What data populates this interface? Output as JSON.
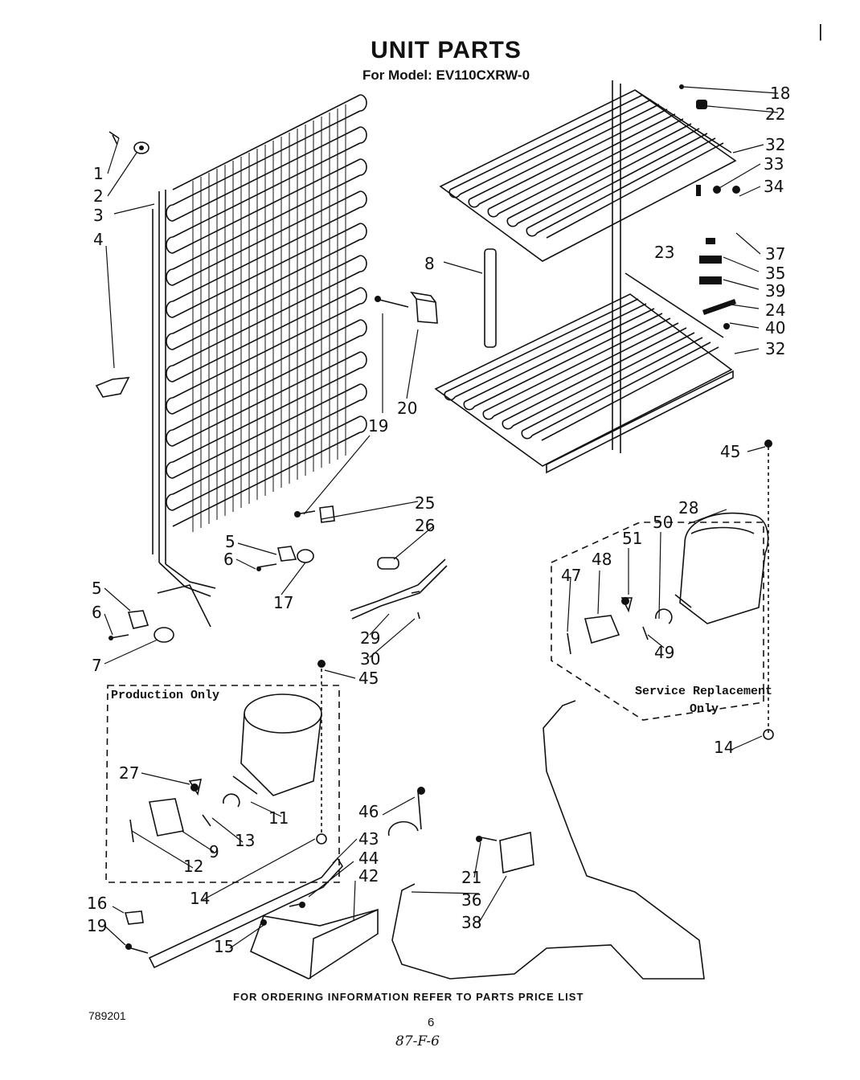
{
  "header": {
    "title": "UNIT PARTS",
    "subtitle": "For Model: EV110CXRW-0"
  },
  "boxes": {
    "production": "Production Only",
    "service_line1": "Service Replacement",
    "service_line2": "Only"
  },
  "footer": {
    "ordering": "FOR ORDERING INFORMATION REFER TO PARTS PRICE LIST",
    "doc_number": "789201",
    "page_number": "6",
    "handwritten": "87-F-6",
    "corner_mark": "|"
  },
  "callouts": [
    "1",
    "2",
    "3",
    "4",
    "5",
    "6",
    "7",
    "5",
    "6",
    "17",
    "19",
    "25",
    "26",
    "29",
    "30",
    "8",
    "20",
    "19",
    "18",
    "22",
    "32",
    "33",
    "34",
    "37",
    "23",
    "35",
    "39",
    "24",
    "40",
    "32",
    "45",
    "28",
    "51",
    "50",
    "48",
    "47",
    "49",
    "45",
    "27",
    "11",
    "13",
    "9",
    "12",
    "14",
    "46",
    "43",
    "44",
    "42",
    "21",
    "36",
    "38",
    "16",
    "19",
    "15",
    "14"
  ]
}
